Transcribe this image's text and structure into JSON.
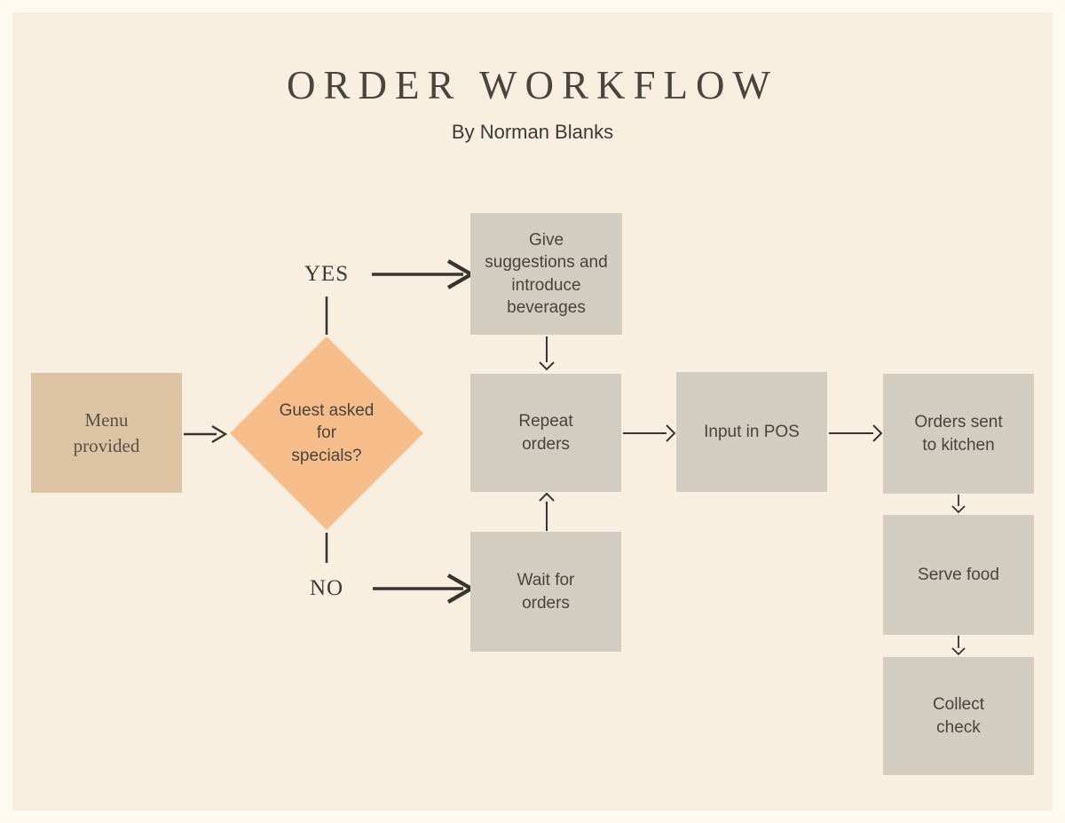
{
  "header": {
    "title": "ORDER WORKFLOW",
    "subtitle": "By Norman Blanks"
  },
  "nodes": {
    "menu": {
      "label": "Menu\nprovided",
      "shape": "rectangle",
      "color": "#dbc3a3"
    },
    "decision": {
      "label": "Guest asked\nfor\nspecials?",
      "shape": "diamond",
      "color": "#f6bd8b"
    },
    "give": {
      "label": "Give\nsuggestions and\nintroduce\nbeverages",
      "shape": "rectangle",
      "color": "#d3ccc1"
    },
    "repeat": {
      "label": "Repeat\norders",
      "shape": "rectangle",
      "color": "#d3ccc1"
    },
    "input_pos": {
      "label": "Input in POS",
      "shape": "rectangle",
      "color": "#d3ccc1"
    },
    "kitchen": {
      "label": "Orders sent\nto kitchen",
      "shape": "rectangle",
      "color": "#d3ccc1"
    },
    "serve": {
      "label": "Serve food",
      "shape": "rectangle",
      "color": "#d3ccc1"
    },
    "collect": {
      "label": "Collect\ncheck",
      "shape": "rectangle",
      "color": "#d3ccc1"
    },
    "wait": {
      "label": "Wait for\norders",
      "shape": "rectangle",
      "color": "#d3ccc1"
    }
  },
  "branch_labels": {
    "yes": "YES",
    "no": "NO"
  },
  "edges": [
    {
      "from": "menu",
      "to": "decision"
    },
    {
      "from": "decision",
      "to": "give",
      "label": "YES"
    },
    {
      "from": "decision",
      "to": "wait",
      "label": "NO"
    },
    {
      "from": "give",
      "to": "repeat"
    },
    {
      "from": "wait",
      "to": "repeat"
    },
    {
      "from": "repeat",
      "to": "input_pos"
    },
    {
      "from": "input_pos",
      "to": "kitchen"
    },
    {
      "from": "kitchen",
      "to": "serve"
    },
    {
      "from": "serve",
      "to": "collect"
    }
  ],
  "colors": {
    "outer_background": "#fffaf2",
    "canvas_background": "#f8efe0",
    "start_node": "#dbc3a3",
    "decision_node": "#f6bd8b",
    "process_node": "#d3ccc1",
    "text": "#4a433c",
    "title_text": "#4b443e",
    "arrow": "#3a3430"
  }
}
